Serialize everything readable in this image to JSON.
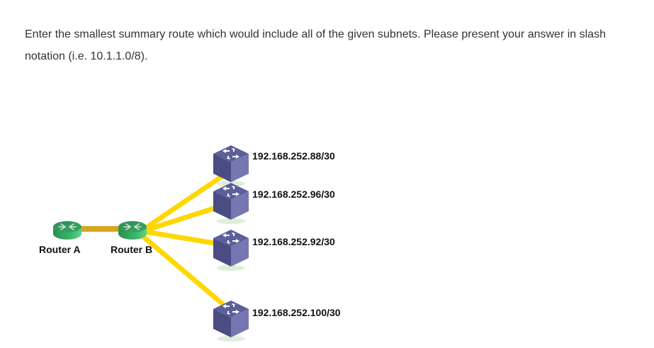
{
  "question": {
    "text": "Enter the smallest summary route which would include all of the given subnets. Please present your answer in slash notation (i.e. 10.1.1.0/8)."
  },
  "diagram": {
    "colors": {
      "router_green": "#3aa865",
      "router_top": "#2f9a57",
      "router_glyph": "#c9ecd4",
      "trunk_link": "#d9a520",
      "access_link": "#ffd700",
      "switch_top": "#5d5f9a",
      "switch_left": "#4a4c82",
      "switch_right": "#7677b0",
      "switch_arrow": "#ffffff"
    },
    "routers": [
      {
        "id": "router-a",
        "label": "Router A"
      },
      {
        "id": "router-b",
        "label": "Router B"
      }
    ],
    "switches": [
      {
        "id": "switch-1",
        "subnet": "192.168.252.88/30"
      },
      {
        "id": "switch-2",
        "subnet": "192.168.252.96/30"
      },
      {
        "id": "switch-3",
        "subnet": "192.168.252.92/30"
      },
      {
        "id": "switch-4",
        "subnet": "192.168.252.100/30"
      }
    ]
  }
}
